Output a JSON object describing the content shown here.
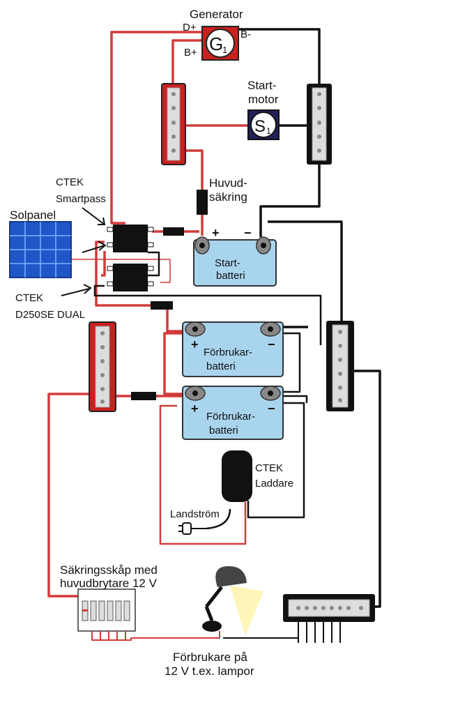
{
  "labels": {
    "generator": "Generator",
    "d_plus": "D+",
    "b_minus": "B-",
    "b_plus": "B+",
    "g1_letter": "G",
    "g1_index": "1",
    "start_motor_1": "Start-",
    "start_motor_2": "motor",
    "s1_letter": "S",
    "s1_index": "1",
    "main_fuse_1": "Huvud-",
    "main_fuse_2": "säkring",
    "ctek_smartpass_1": "CTEK",
    "ctek_smartpass_2": "Smartpass",
    "solar_panel": "Solpanel",
    "ctek_d250_1": "CTEK",
    "ctek_d250_2": "D250SE DUAL",
    "start_battery_1": "Start-",
    "start_battery_2": "batteri",
    "plus": "+",
    "minus": "−",
    "consumer_battery_1": "Förbrukar-",
    "consumer_battery_2": "batteri",
    "ctek_charger_1": "CTEK",
    "ctek_charger_2": "Laddare",
    "shore_power": "Landström",
    "fuse_box_1": "Säkringsskåp med",
    "fuse_box_2": "huvudbrytare 12 V",
    "consumers_1": "Förbrukare på",
    "consumers_2": "12 V t.ex. lampor"
  },
  "colors": {
    "positive_wire": "#d23a3a",
    "negative_wire": "#111111",
    "battery_fill": "#a9d4ee",
    "solar_panel": "#1f57c9",
    "generator_box": "#c8211f",
    "starter_box": "#22225a",
    "lamp_light": "#fff3a6"
  }
}
